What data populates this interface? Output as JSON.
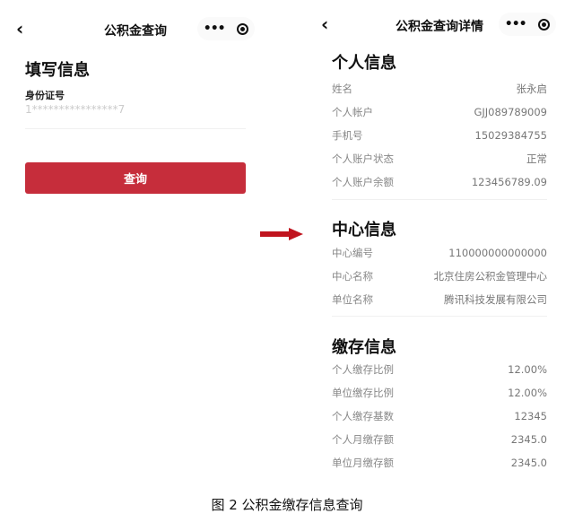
{
  "left": {
    "title": "公积金查询",
    "heading": "填写信息",
    "field_label": "身份证号",
    "field_value": "1****************7",
    "button": "查询"
  },
  "right": {
    "title": "公积金查询详情",
    "sections": [
      {
        "title": "个人信息",
        "rows": [
          {
            "k": "姓名",
            "v": "张永启"
          },
          {
            "k": "个人帐户",
            "v": "GJJ089789009"
          },
          {
            "k": "手机号",
            "v": "15029384755"
          },
          {
            "k": "个人账户状态",
            "v": "正常"
          },
          {
            "k": "个人账户余额",
            "v": "123456789.09"
          }
        ]
      },
      {
        "title": "中心信息",
        "rows": [
          {
            "k": "中心编号",
            "v": "110000000000000"
          },
          {
            "k": "中心名称",
            "v": "北京住房公积金管理中心"
          },
          {
            "k": "单位名称",
            "v": "腾讯科技发展有限公司"
          }
        ]
      },
      {
        "title": "缴存信息",
        "rows": [
          {
            "k": "个人缴存比例",
            "v": "12.00%"
          },
          {
            "k": "单位缴存比例",
            "v": "12.00%"
          },
          {
            "k": "个人缴存基数",
            "v": "12345"
          },
          {
            "k": "个人月缴存额",
            "v": "2345.0"
          },
          {
            "k": "单位月缴存额",
            "v": "2345.0"
          }
        ]
      }
    ]
  },
  "caption": "图 2  公积金缴存信息查询",
  "colors": {
    "button": "#c62d3b",
    "arrow": "#c0141e"
  }
}
